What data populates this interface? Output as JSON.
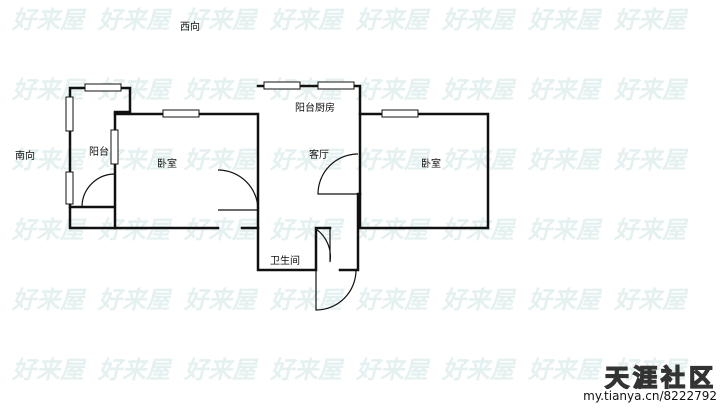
{
  "watermark": {
    "text": "好来屋"
  },
  "directions": {
    "west": "西向",
    "south": "南向"
  },
  "rooms": {
    "balcony_left": "阳台",
    "bedroom_left": "卧室",
    "living_room": "客厅",
    "balcony_kitchen": "阳台厨房",
    "bedroom_right": "卧室",
    "bathroom": "卫生间"
  },
  "footer": {
    "brand": "天涯社区",
    "url": "my.tianya.cn/8222792"
  }
}
